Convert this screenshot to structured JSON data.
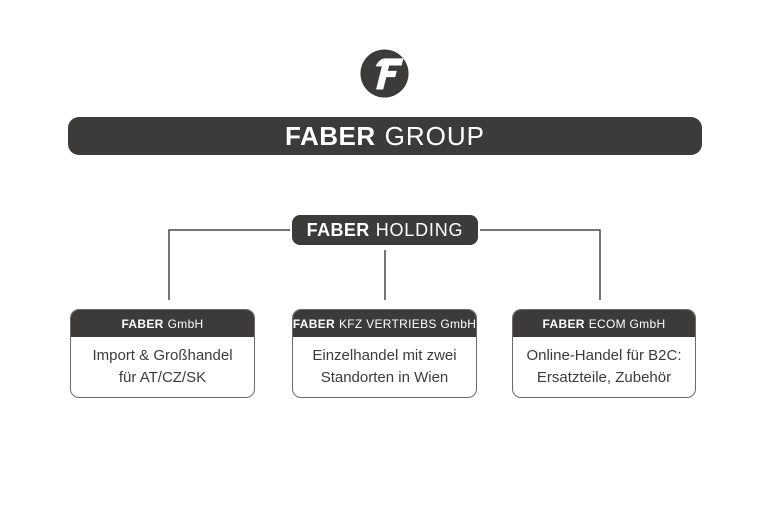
{
  "colors": {
    "brand_dark": "#3d3a3a",
    "connector_line": "#4a4747",
    "box_border": "#6e6a6a",
    "background": "#ffffff",
    "text_on_dark": "#ffffff"
  },
  "logo": {
    "letter": "F"
  },
  "banner": {
    "brand": "FABER",
    "suffix": "GROUP"
  },
  "holding": {
    "brand": "FABER",
    "suffix": "HOLDING"
  },
  "subsidiaries": [
    {
      "brand": "FABER",
      "suffix": "GmbH",
      "description_line1": "Import & Großhandel",
      "description_line2": "für AT/CZ/SK"
    },
    {
      "brand": "FABER",
      "suffix": "KFZ VERTRIEBS GmbH",
      "description_line1": "Einzelhandel mit zwei",
      "description_line2": "Standorten in Wien"
    },
    {
      "brand": "FABER",
      "suffix": "ECOM GmbH",
      "description_line1": "Online-Handel für B2C:",
      "description_line2": "Ersatzteile, Zubehör"
    }
  ]
}
